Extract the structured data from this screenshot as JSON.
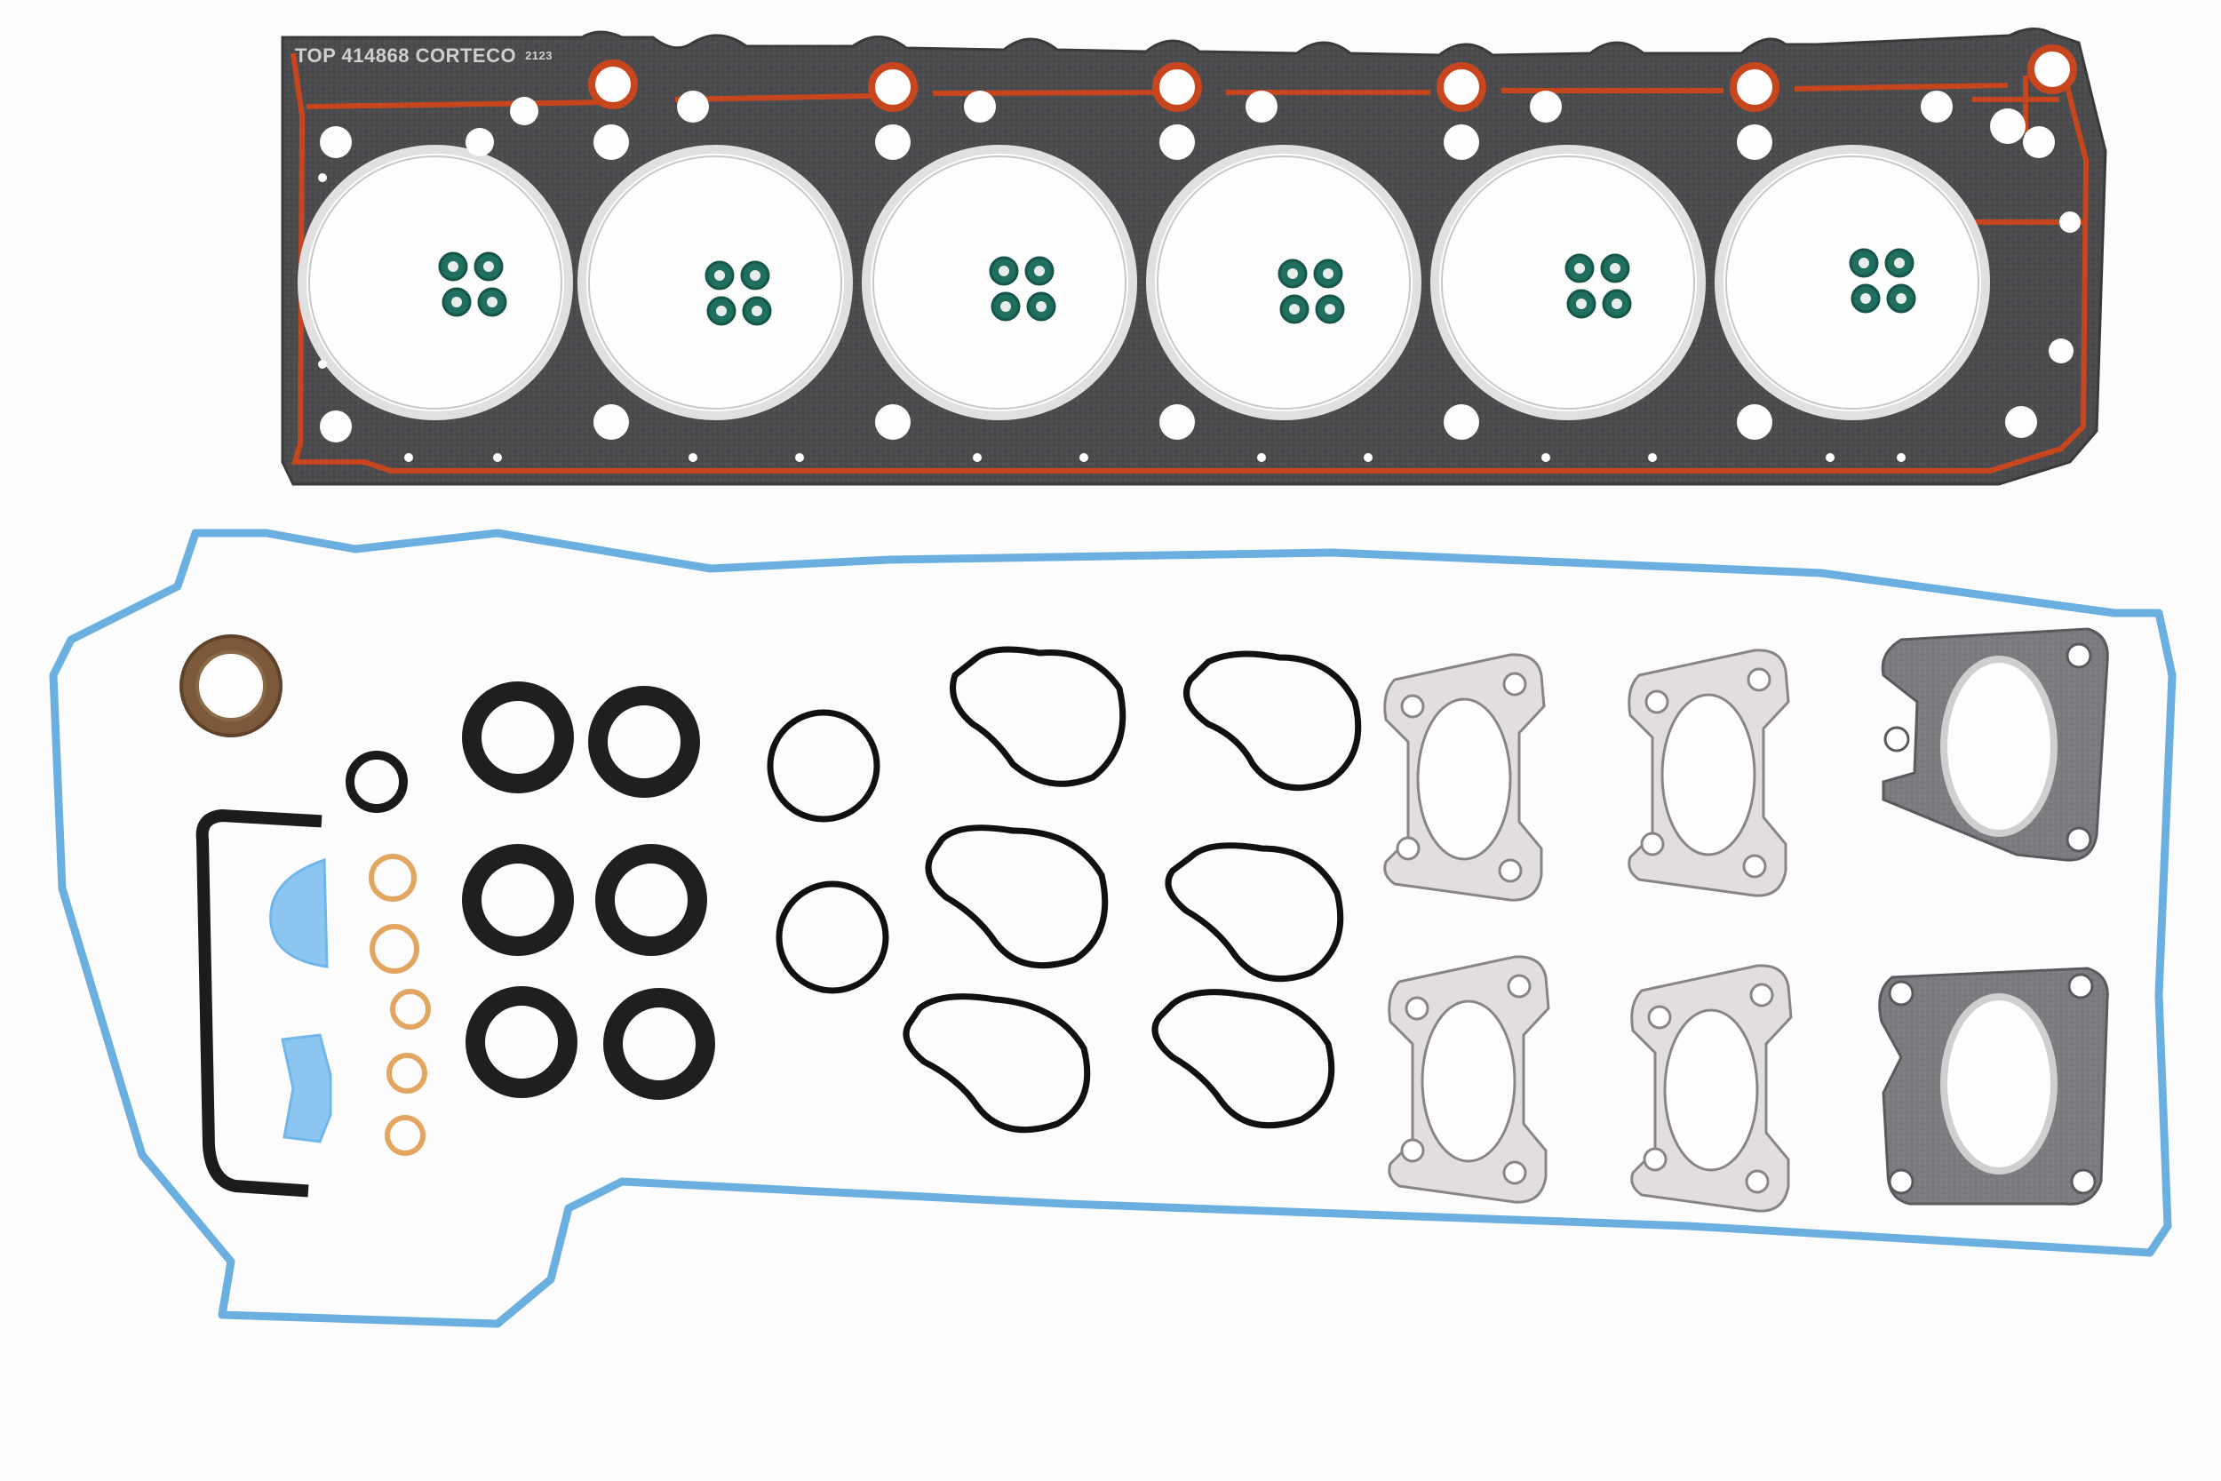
{
  "image": {
    "subject": "Engine cylinder head gasket set",
    "background_color": "#fcfcfc"
  },
  "head_gasket": {
    "stamp_text": "TOP 414868 CORTECO",
    "stamp_code": "2123",
    "cylinder_count": 6,
    "base_color": "#4a4a4c",
    "seal_bead_color": "#c8461e",
    "fire_ring_color": "#e6e6e6"
  },
  "valve_stem_seals": {
    "per_cylinder": 4,
    "total": 24,
    "color": "#1f6e5e"
  },
  "valve_cover_gasket": {
    "color": "#6aafdf"
  },
  "parts": [
    {
      "name": "shaft-seal",
      "color": "#7a5a3a",
      "count": 1
    },
    {
      "name": "small-o-ring",
      "color": "#1a1a1a",
      "count": 1
    },
    {
      "name": "large-oil-seal",
      "color": "#1f1f1f",
      "count": 6
    },
    {
      "name": "round-o-ring",
      "color": "#111111",
      "count": 2
    },
    {
      "name": "figure-o-ring",
      "color": "#111111",
      "count": 6
    },
    {
      "name": "copper-washer",
      "color": "#e2a661",
      "count": 5
    },
    {
      "name": "blue-half-moon-plug",
      "color": "#6fb6ea",
      "count": 2
    },
    {
      "name": "rubber-strip-seal",
      "color": "#1c1c1c",
      "count": 1
    },
    {
      "name": "metal-exhaust-gasket",
      "color": "#d9d4d4",
      "count": 4
    },
    {
      "name": "graphite-manifold-gasket",
      "color": "#7d7d80",
      "count": 2
    }
  ]
}
